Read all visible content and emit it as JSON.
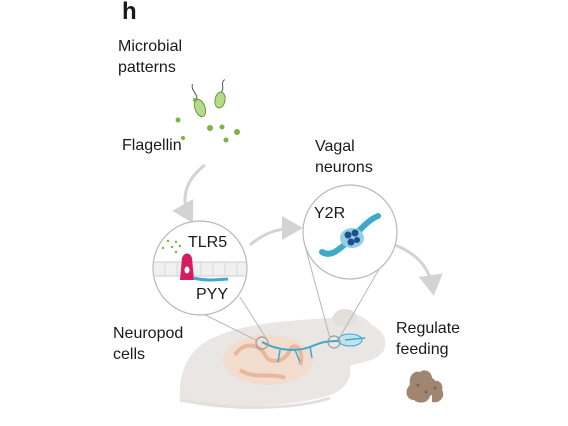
{
  "panel_letter": "h",
  "labels": {
    "microbial_patterns": "Microbial\npatterns",
    "flagellin": "Flagellin",
    "vagal_neurons": "Vagal\nneurons",
    "y2r": "Y2R",
    "tlr5": "TLR5",
    "pyy": "PYY",
    "neuropod_cells": "Neuropod\ncells",
    "regulate_feeding": "Regulate\nfeeding"
  },
  "colors": {
    "microbe_green": "#7cb342",
    "pyy_red": "#d81b60",
    "neuron_blue": "#3fa9c9",
    "mouse_fill": "#e9e6e3",
    "arrow_grey": "#d3d3d3",
    "food_brown": "#a08670"
  }
}
